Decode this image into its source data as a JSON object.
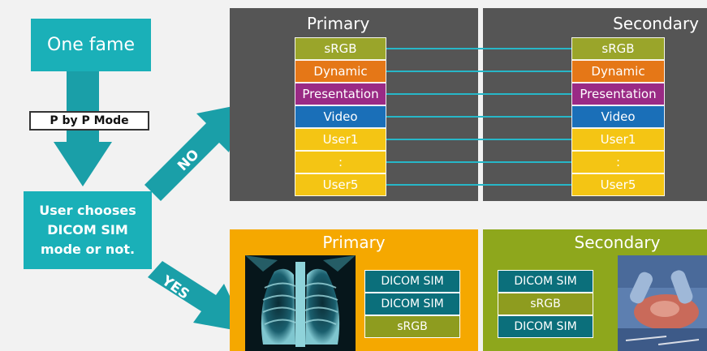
{
  "flow": {
    "one_frame": "One fame",
    "pbyp_mode": "P by P Mode",
    "user_choice": "User chooses DICOM SIM mode or not.",
    "no_label": "NO",
    "yes_label": "YES"
  },
  "top_diagram": {
    "primary_title": "Primary",
    "secondary_title": "Secondary",
    "modes": [
      {
        "label": "sRGB",
        "color": "#9aa52a"
      },
      {
        "label": "Dynamic",
        "color": "#e57717"
      },
      {
        "label": "Presentation",
        "color": "#9a2a85"
      },
      {
        "label": "Video",
        "color": "#1a6fb8"
      },
      {
        "label": "User1",
        "color": "#f4c514"
      },
      {
        "label": ":",
        "color": "#f4c514"
      },
      {
        "label": "User5",
        "color": "#f4c514"
      }
    ]
  },
  "bottom_diagram": {
    "primary_title": "Primary",
    "secondary_title": "Secondary",
    "primary_colors": {
      "panel": "#f5a800"
    },
    "secondary_colors": {
      "panel": "#8ea71c"
    },
    "primary_modes": [
      {
        "label": "DICOM SIM",
        "color": "#0b6f7b"
      },
      {
        "label": "DICOM SIM",
        "color": "#0b6f7b"
      },
      {
        "label": "sRGB",
        "color": "#8e9c1f"
      }
    ],
    "secondary_modes": [
      {
        "label": "DICOM SIM",
        "color": "#0b6f7b"
      },
      {
        "label": "sRGB",
        "color": "#8e9c1f"
      },
      {
        "label": "DICOM SIM",
        "color": "#0b6f7b"
      }
    ]
  }
}
